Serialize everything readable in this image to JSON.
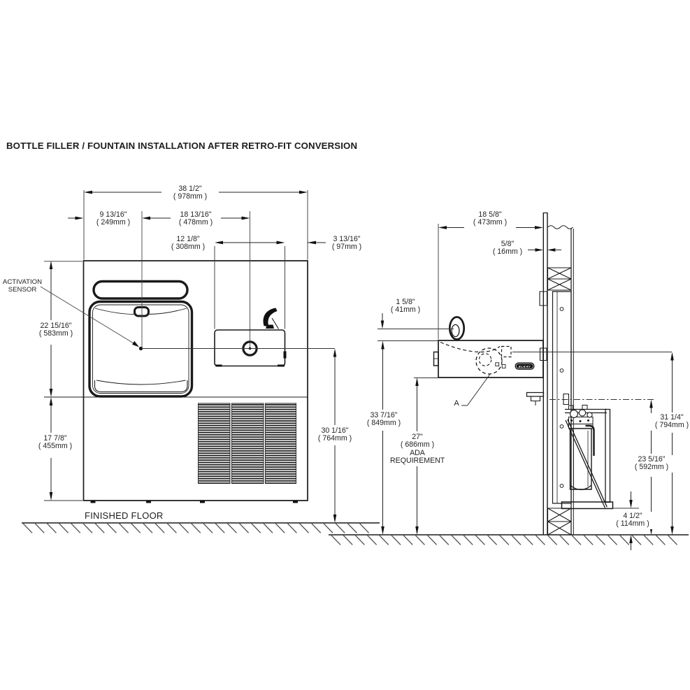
{
  "title": "BOTTLE FILLER / FOUNTAIN INSTALLATION AFTER RETRO-FIT CONVERSION",
  "front_view": {
    "dims": {
      "overall_width": {
        "in": "38 1/2\"",
        "mm": "( 978mm )"
      },
      "sensor_offset": {
        "in": "9 13/16\"",
        "mm": "( 249mm )"
      },
      "sensor_to_bubbler": {
        "in": "18 13/16\"",
        "mm": "( 478mm )"
      },
      "fountain_width": {
        "in": "12 1/8\"",
        "mm": "( 308mm )"
      },
      "edge_offset": {
        "in": "3 13/16\"",
        "mm": "( 97mm )"
      },
      "upper_height": {
        "in": "22 15/16\"",
        "mm": "( 583mm )"
      },
      "lower_height": {
        "in": "17 7/8\"",
        "mm": "( 455mm )"
      },
      "bubbler_height": {
        "in": "30 1/16\"",
        "mm": "( 764mm )"
      }
    },
    "labels": {
      "sensor_line1": "ACTIVATION",
      "sensor_line2": "SENSOR",
      "finished_floor": "FINISHED FLOOR"
    }
  },
  "side_view": {
    "dims": {
      "unit_depth": {
        "in": "18 5/8\"",
        "mm": "( 473mm )"
      },
      "wall_thickness": {
        "in": "5/8\"",
        "mm": "( 16mm )"
      },
      "spout_above_top": {
        "in": "1 5/8\"",
        "mm": "( 41mm )"
      },
      "rim_height": {
        "in": "33 7/16\"",
        "mm": "( 849mm )"
      },
      "knee_clearance": {
        "in": "27\"",
        "mm": "( 686mm )",
        "note1": "ADA",
        "note2": "REQUIREMENT"
      },
      "spout_height": {
        "in": "31 1/4\"",
        "mm": "( 794mm )"
      },
      "hanger_height": {
        "in": "23 5/16\"",
        "mm": "( 592mm )"
      },
      "shelf_to_floor": {
        "in": "4 1/2\"",
        "mm": "( 114mm )"
      }
    },
    "labels": {
      "trap": "A"
    },
    "brand": "ELKAY"
  }
}
